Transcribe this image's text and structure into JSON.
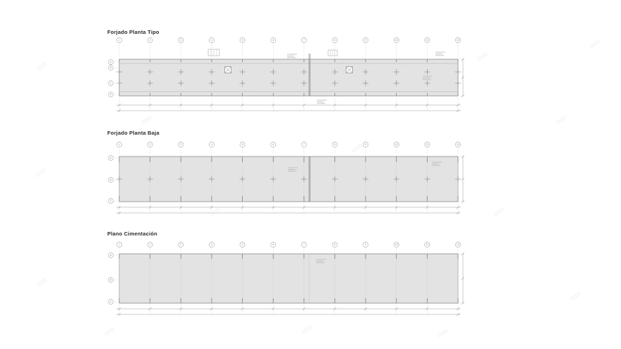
{
  "page": {
    "background": "#ffffff"
  },
  "colors": {
    "slab_fill": "#e3e3e3",
    "line": "#8a8a8a",
    "line_light": "#aaaaaa",
    "cross": "#8f8f8f",
    "dim": "#9a9a9a",
    "bubble": "#a5a5a5",
    "title": "#2b2b2b"
  },
  "plans": [
    {
      "id": "forjado-planta-tipo",
      "title": "Forjado Planta Tipo",
      "cols": [
        "1",
        "2",
        "3",
        "4",
        "5",
        "6",
        "7",
        "8",
        "9",
        "10",
        "11",
        "12"
      ],
      "rows": [
        "A",
        "B",
        "C",
        "D"
      ]
    },
    {
      "id": "forjado-planta-baja",
      "title": "Forjado Planta Baja",
      "cols": [
        "1",
        "2",
        "3",
        "4",
        "5",
        "6",
        "7",
        "8",
        "9",
        "10",
        "11",
        "12"
      ],
      "rows": [
        "A",
        "B",
        "C"
      ]
    },
    {
      "id": "plano-cimentacion",
      "title": "Plano Cimentación",
      "cols": [
        "1",
        "2",
        "3",
        "4",
        "5",
        "6",
        "7",
        "8",
        "9",
        "10",
        "11",
        "12"
      ],
      "rows": [
        "A",
        "B",
        "C"
      ]
    }
  ]
}
